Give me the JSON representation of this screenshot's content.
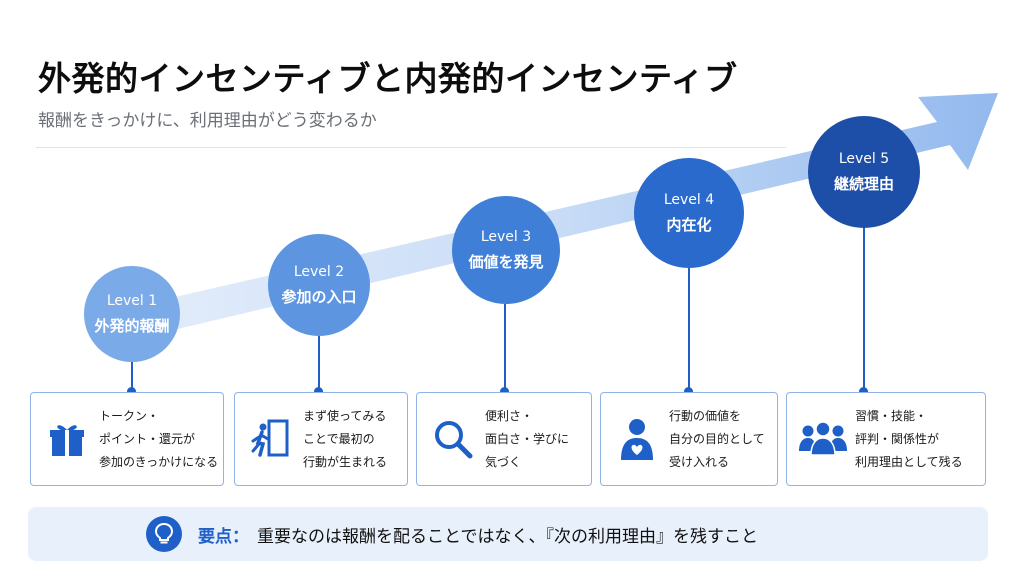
{
  "header": {
    "title": "外発的インセンティブと内発的インセンティブ",
    "subtitle": "報酬をきっかけに、利用理由がどう変わるか"
  },
  "levels": [
    {
      "level": "Level 1",
      "name": "外発的報酬",
      "icon": "gift-icon",
      "description": "トークン・\nポイント・還元が\n参加のきっかけになる"
    },
    {
      "level": "Level 2",
      "name": "参加の入口",
      "icon": "door-entry-icon",
      "description": "まず使ってみる\nことで最初の\n行動が生まれる"
    },
    {
      "level": "Level 3",
      "name": "価値を発見",
      "icon": "search-icon",
      "description": "便利さ・\n面白さ・学びに\n気づく"
    },
    {
      "level": "Level 4",
      "name": "内在化",
      "icon": "person-heart-icon",
      "description": "行動の価値を\n自分の目的として\n受け入れる"
    },
    {
      "level": "Level 5",
      "name": "継続理由",
      "icon": "group-icon",
      "description": "習慣・技能・\n評判・関係性が\n利用理由として残る"
    }
  ],
  "key_point": {
    "icon": "lightbulb-icon",
    "label": "要点：",
    "text": "重要なのは報酬を配ることではなく、『次の利用理由』を残すこと"
  },
  "colors": {
    "accent": "#1f5fc8",
    "level_1": "#7aaae8",
    "level_2": "#5d95e0",
    "level_3": "#3f7fd8",
    "level_4": "#2a6acc",
    "level_5": "#1d4fa8",
    "arrow": "#b8d1f3",
    "card_border": "#8fb3e6",
    "key_point_bg": "#e8f0fb"
  }
}
